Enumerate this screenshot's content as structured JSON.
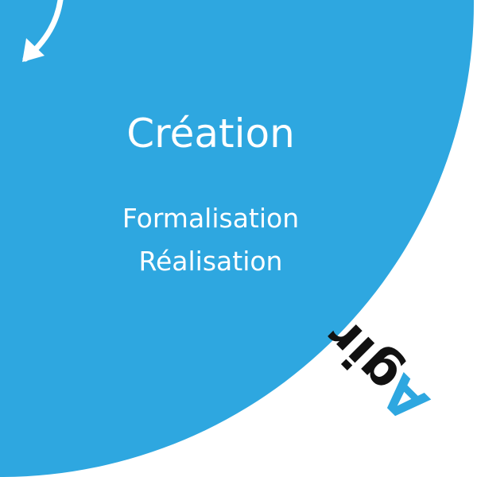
{
  "colors": {
    "quadrant_fill": "#2ea7e0",
    "text_on_fill": "#ffffff",
    "arrow": "#ffffff",
    "accent_letter": "#2ea7e0",
    "outer_label": "#111111"
  },
  "diagram": {
    "title": "Création",
    "subitems": [
      "Formalisation",
      "Réalisation"
    ],
    "outer_label_first": "A",
    "outer_label_rest": "gir"
  },
  "icons": {
    "arrow": "curved-arrow-icon"
  }
}
